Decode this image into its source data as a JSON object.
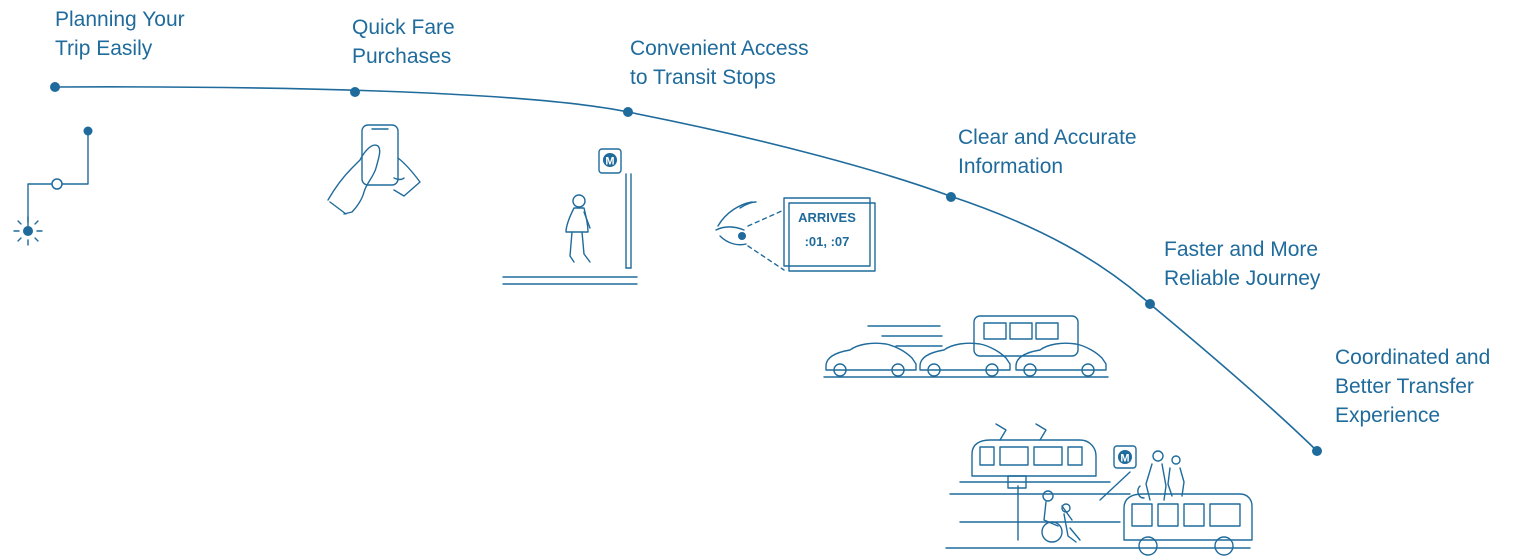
{
  "milestones": [
    {
      "id": "planning",
      "lines": [
        "Planning Your",
        "Trip Easily"
      ]
    },
    {
      "id": "fare",
      "lines": [
        "Quick Fare",
        "Purchases"
      ]
    },
    {
      "id": "access",
      "lines": [
        "Convenient Access",
        "to Transit Stops"
      ]
    },
    {
      "id": "info",
      "lines": [
        "Clear and Accurate",
        "Information"
      ]
    },
    {
      "id": "journey",
      "lines": [
        "Faster and More",
        "Reliable Journey"
      ]
    },
    {
      "id": "transfer",
      "lines": [
        "Coordinated and",
        "Better Transfer",
        "Experience"
      ]
    }
  ],
  "sign": {
    "line1": "ARRIVES",
    "line2": ":01, :07"
  },
  "metro_logo": "M",
  "colors": {
    "ink": "#1f6b9c"
  },
  "icons": [
    "route-map-icon",
    "smartphone-hand-icon",
    "pedestrian-at-stop-icon",
    "eye-arrival-sign-icon",
    "traffic-bus-cars-icon",
    "multimodal-transfer-icon"
  ]
}
